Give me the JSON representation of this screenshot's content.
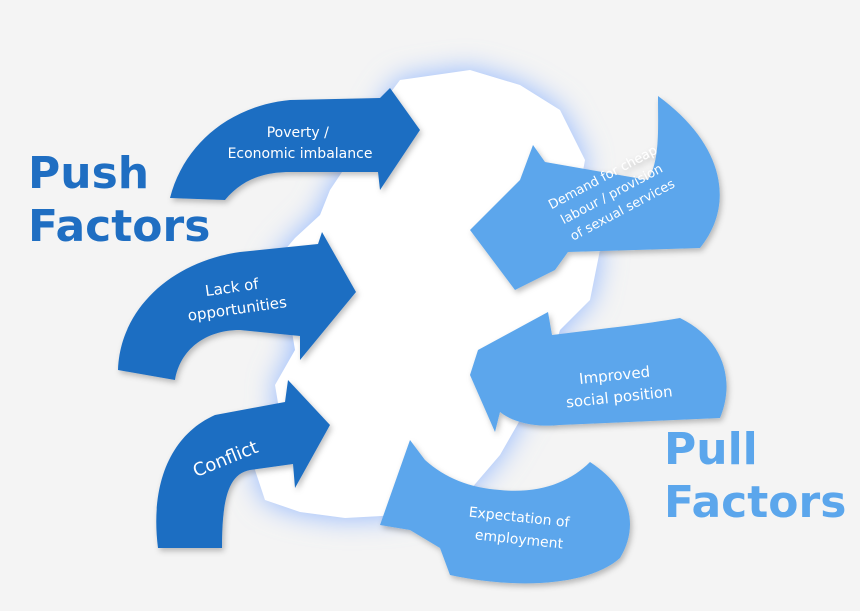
{
  "push": {
    "title_line1": "Push",
    "title_line2": "Factors",
    "color": "#1f6ec2",
    "arrows": [
      "Poverty /",
      "Economic imbalance",
      "Lack of",
      "opportunities",
      "Conflict"
    ]
  },
  "pull": {
    "title_line1": "Pull",
    "title_line2": "Factors",
    "color": "#5ba6ec",
    "arrows": [
      "Demand for cheap",
      "labour / provision",
      "of sexual services",
      "Improved",
      "social position",
      "Expectation of",
      "employment"
    ]
  },
  "map": {
    "fill": "#ffffff",
    "glow": "#8fb6ff",
    "icon": "ireland-map-icon"
  }
}
